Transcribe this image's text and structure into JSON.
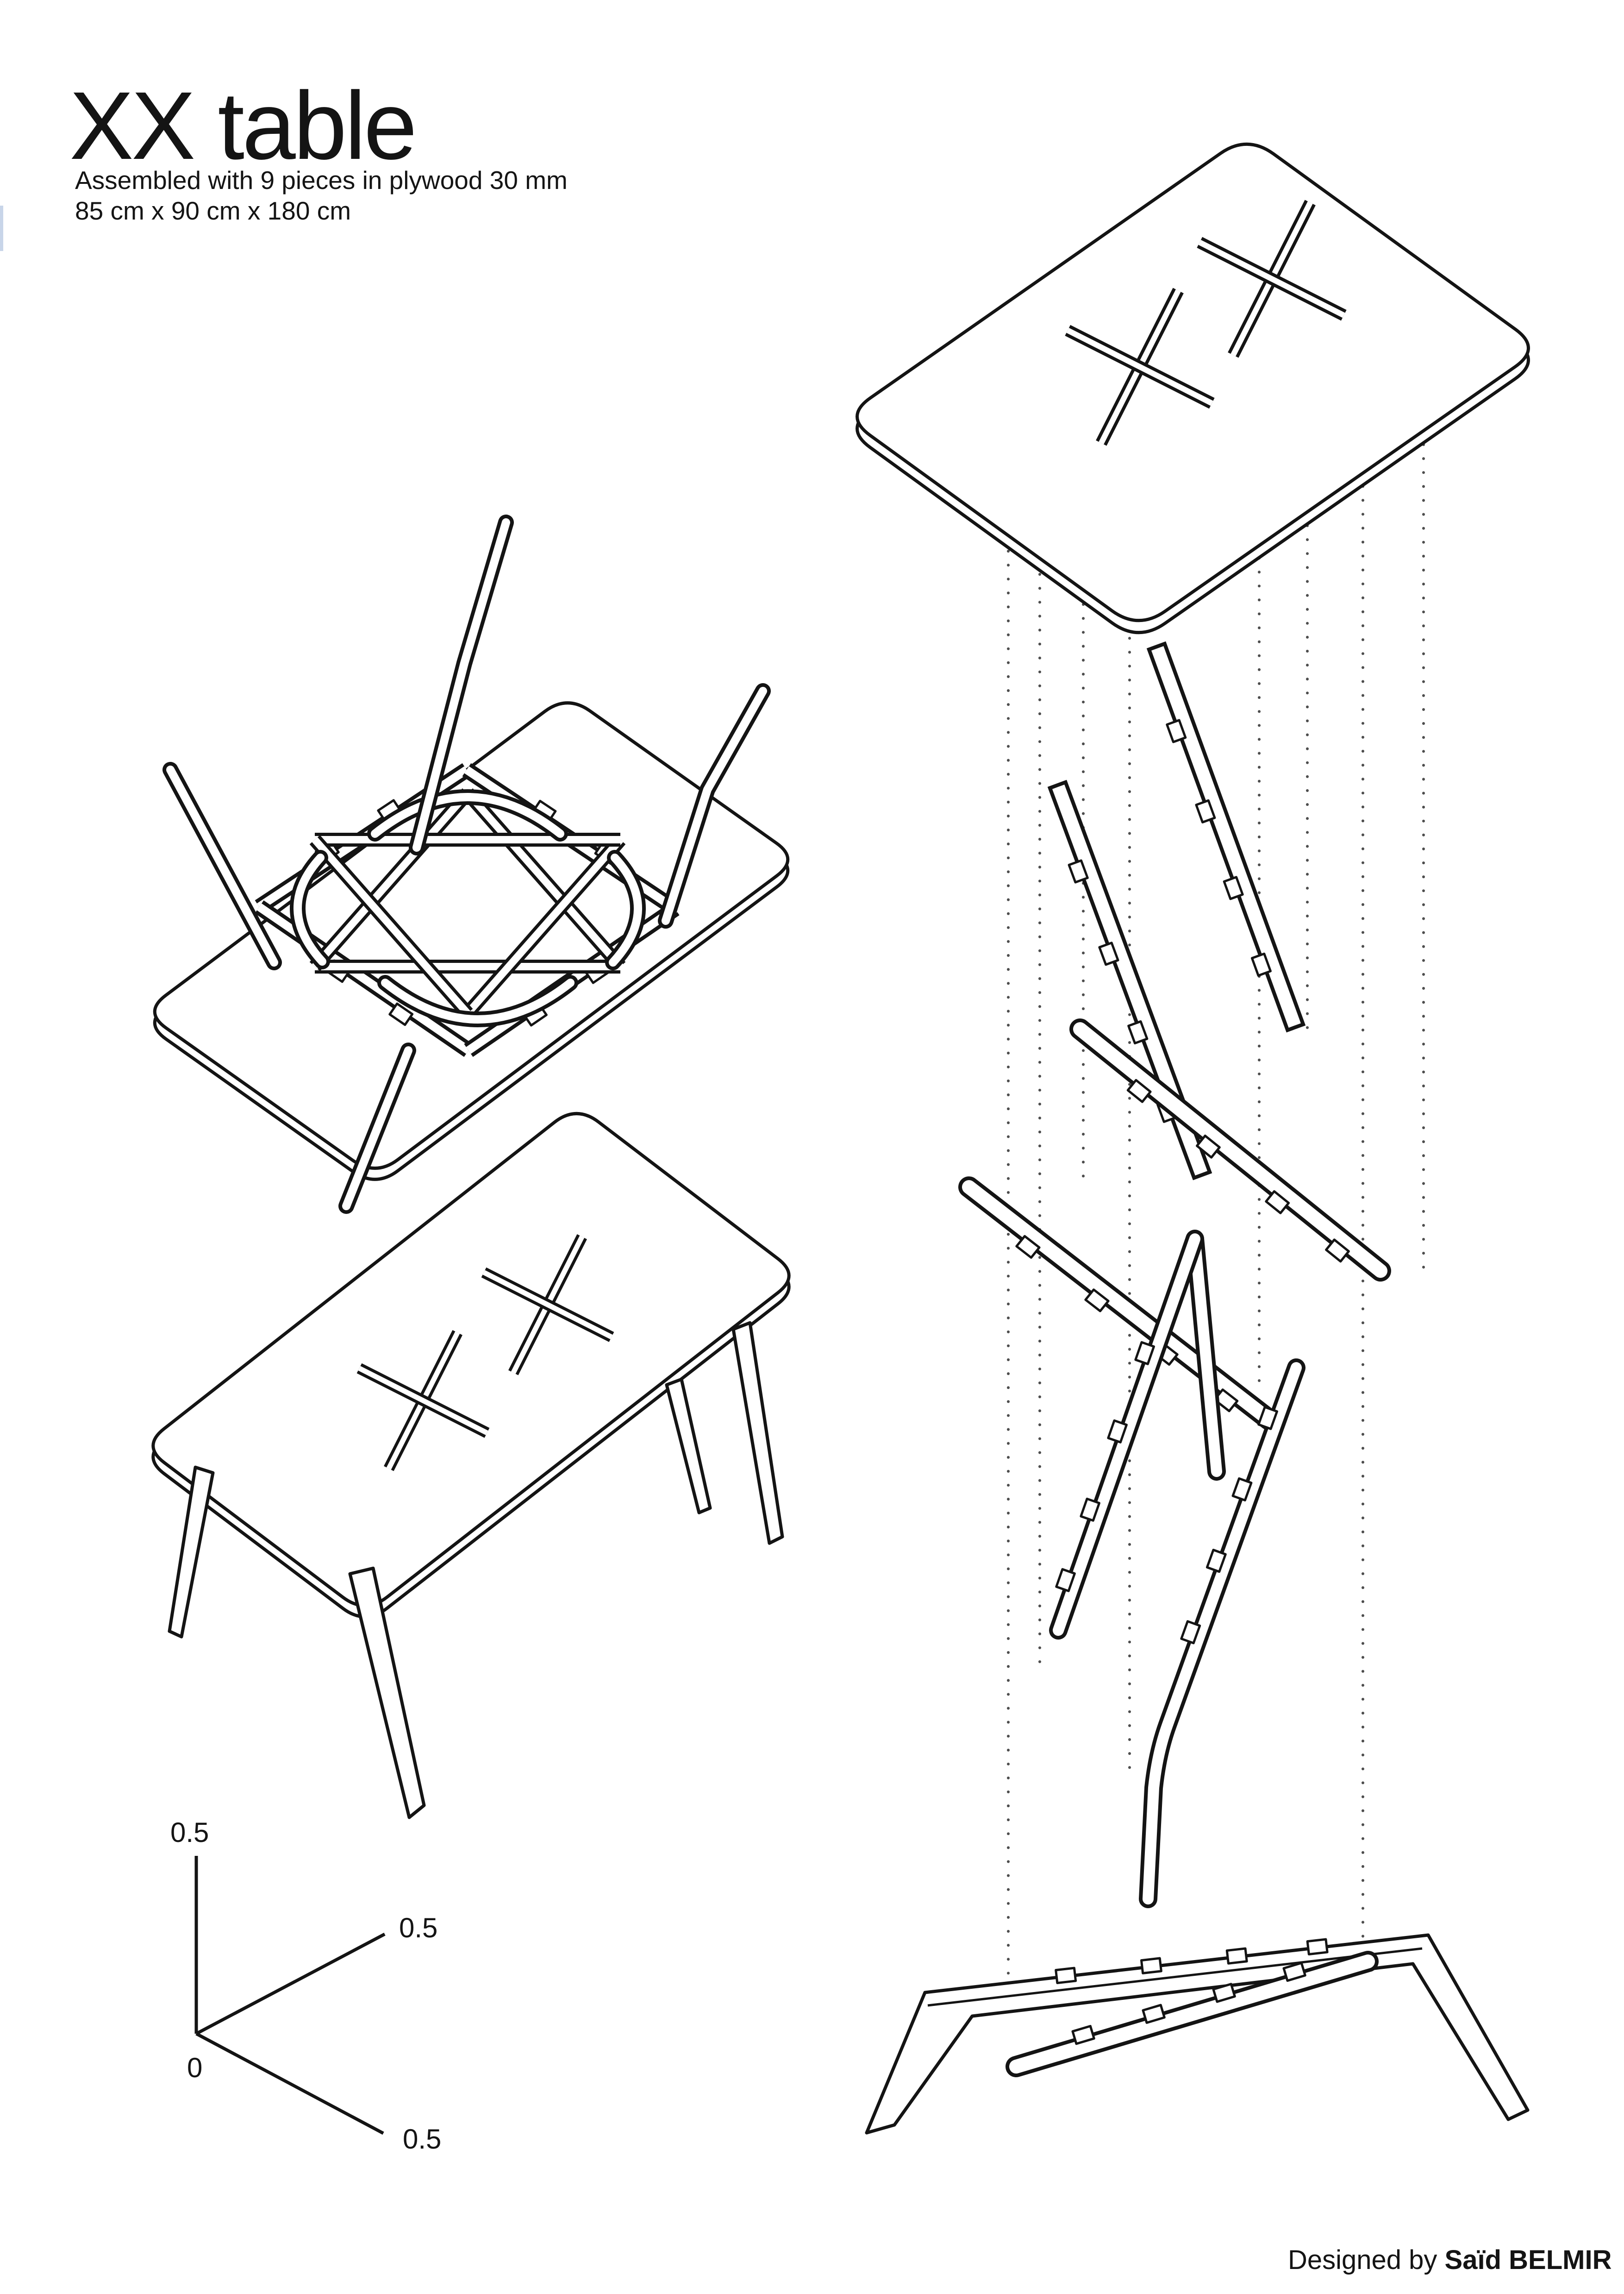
{
  "page": {
    "background": "#ffffff",
    "line_color": "#141414",
    "guide_dot_color": "#4d4d4d"
  },
  "header": {
    "title": "XX table",
    "subtitle_line1": "Assembled with 9 pieces in plywood 30 mm",
    "subtitle_line2": "85 cm x 90 cm x 180 cm"
  },
  "credit": {
    "prefix": "Designed by ",
    "designer": "Saïd BELMIR"
  },
  "axis_indicator": {
    "origin": "0",
    "axis_up": "0.5",
    "axis_upper_right": "0.5",
    "axis_lower_right": "0.5"
  },
  "drawings": {
    "bottom_view": "table underside with X-leg frame",
    "assembled_view": "assembled table with XX tabletop slots",
    "exploded_view": "exploded stack of 9 plywood pieces"
  },
  "artifacts": {
    "left_edge_strip_color": "#c8d5e9"
  }
}
